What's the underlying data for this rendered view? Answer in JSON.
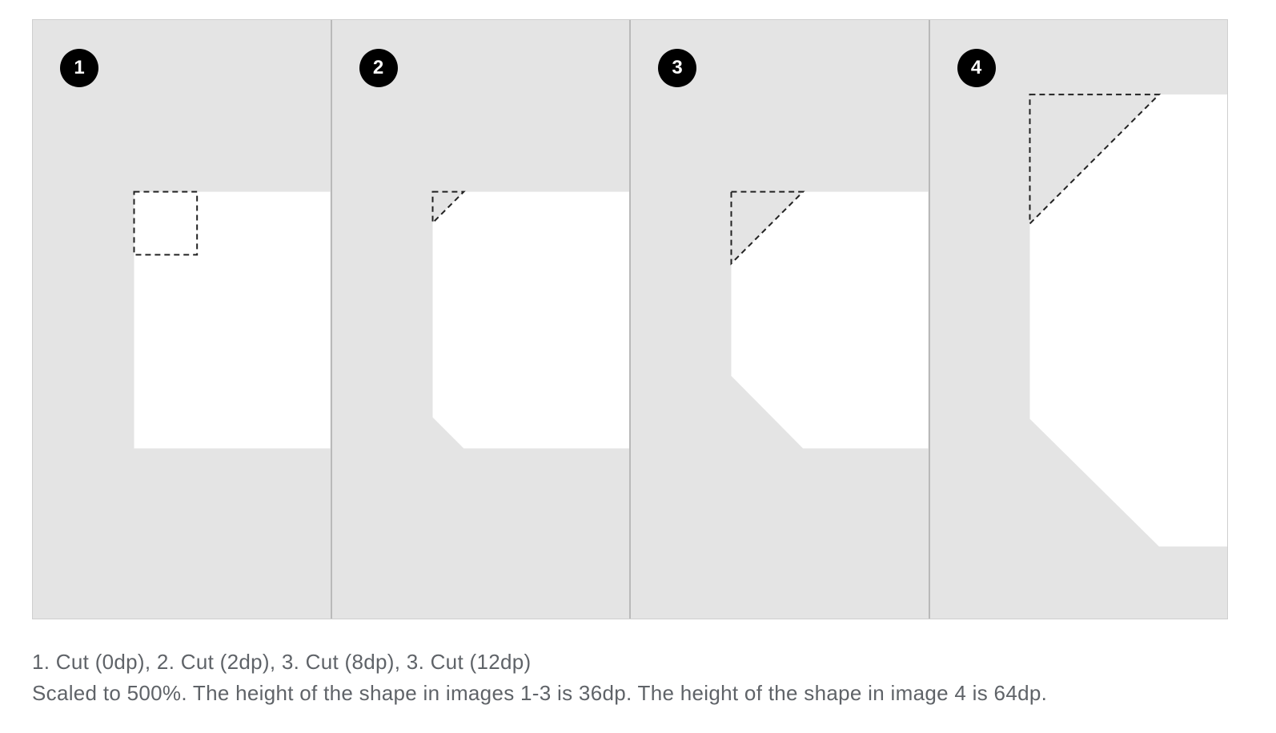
{
  "figure": {
    "background_color": "#e4e4e4",
    "shape_color": "#ffffff",
    "badge_color": "#000000",
    "panels": [
      {
        "number": "1",
        "cut_dp": 0
      },
      {
        "number": "2",
        "cut_dp": 2
      },
      {
        "number": "3",
        "cut_dp": 8
      },
      {
        "number": "4",
        "cut_dp": 12
      }
    ]
  },
  "caption": {
    "line1": "1. Cut (0dp), 2. Cut (2dp), 3. Cut (8dp), 3. Cut (12dp)",
    "line2": "Scaled to 500%. The height of the shape in images 1-3 is 36dp. The height of the shape in image 4 is 64dp."
  }
}
